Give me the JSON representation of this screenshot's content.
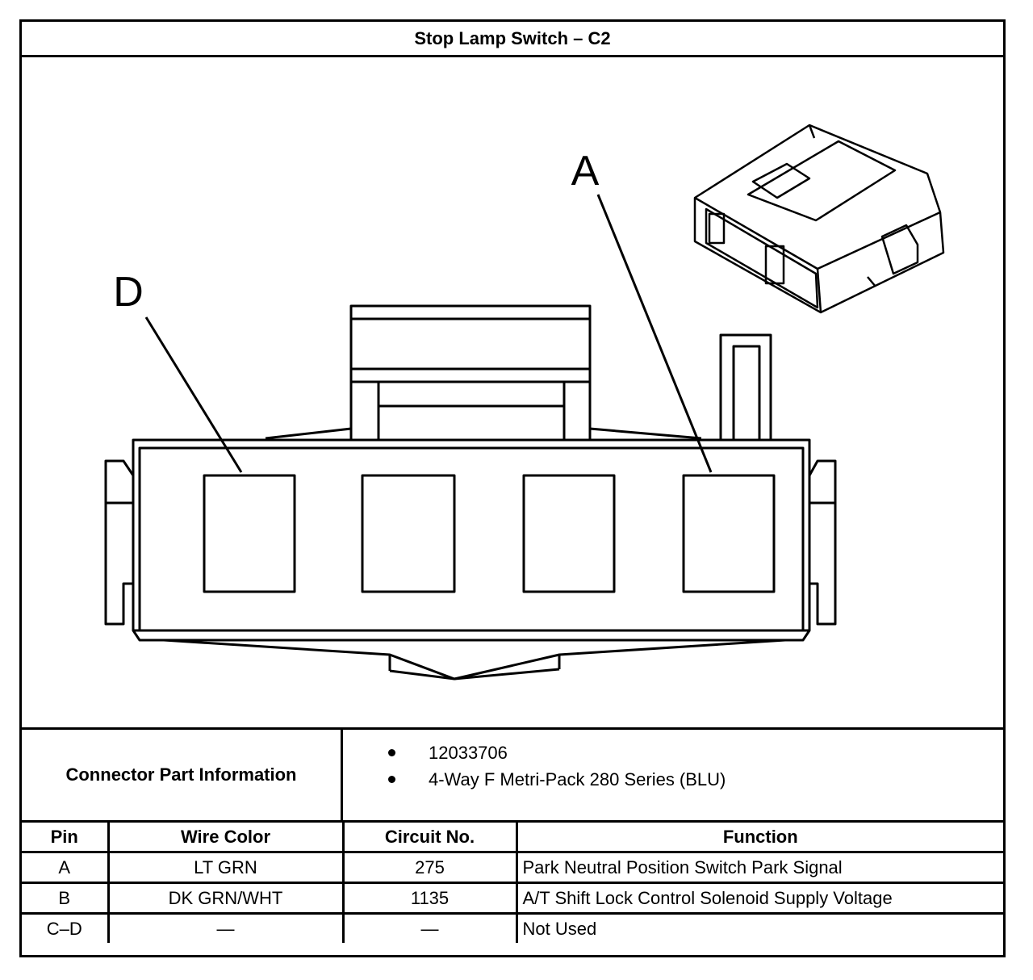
{
  "title": "Stop Lamp Switch – C2",
  "diagram": {
    "callouts": [
      {
        "label": "D"
      },
      {
        "label": "A"
      }
    ]
  },
  "connector_info": {
    "label": "Connector Part Information",
    "items": [
      "12033706",
      "4-Way F Metri-Pack 280 Series (BLU)"
    ]
  },
  "pin_table": {
    "headers": [
      "Pin",
      "Wire Color",
      "Circuit No.",
      "Function"
    ],
    "rows": [
      [
        "A",
        "LT GRN",
        "275",
        "Park Neutral Position Switch Park Signal"
      ],
      [
        "B",
        "DK GRN/WHT",
        "1135",
        "A/T Shift Lock Control Solenoid Supply Voltage"
      ],
      [
        "C–D",
        "—",
        "—",
        "Not Used"
      ]
    ]
  }
}
